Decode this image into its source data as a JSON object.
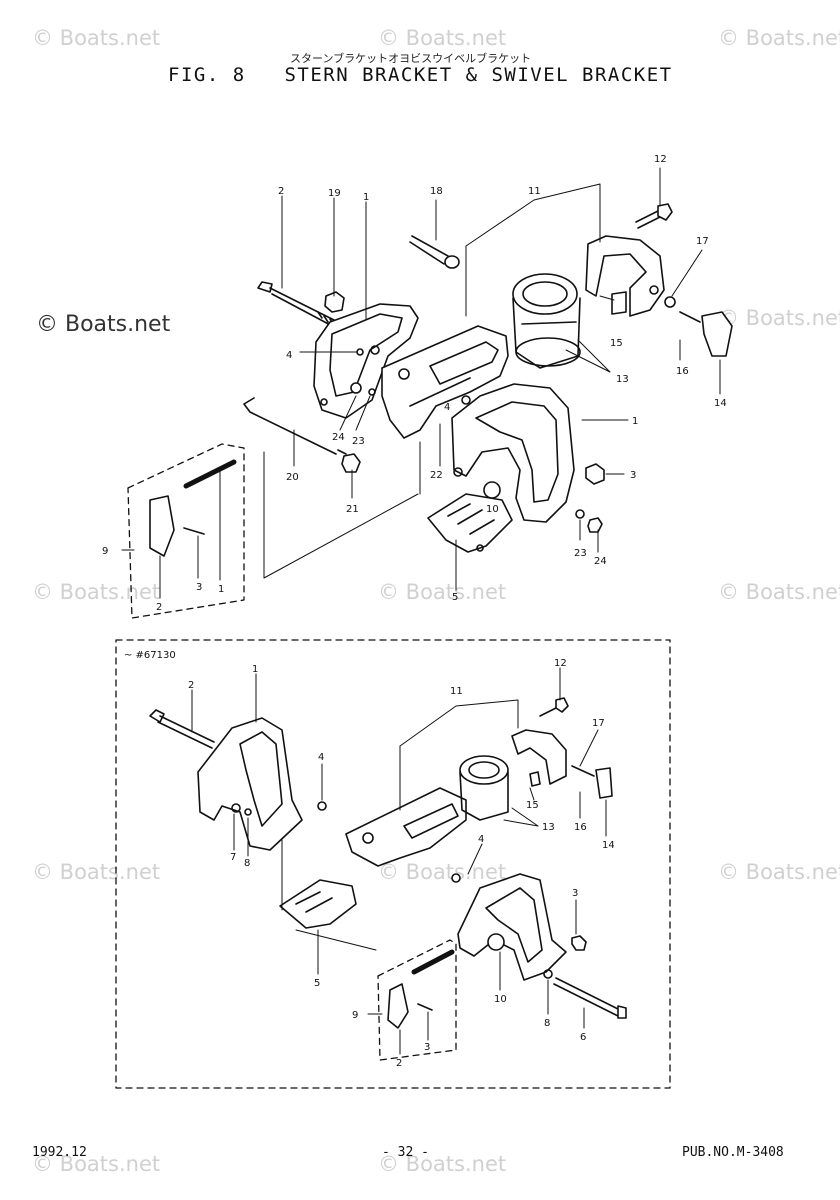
{
  "header": {
    "kana": "スターンブラケットオヨビスウイベルブラケット",
    "title": "FIG. 8   STERN BRACKET & SWIVEL BRACKET"
  },
  "watermark": {
    "text": "© Boats.net",
    "prominent_text": "© Boats.net"
  },
  "inset": {
    "label": "~ #67130"
  },
  "callouts_upper": [
    "2",
    "19",
    "1",
    "18",
    "11",
    "12",
    "17",
    "4",
    "15",
    "13",
    "16",
    "14",
    "24",
    "23",
    "4",
    "1",
    "3",
    "20",
    "22",
    "10",
    "21",
    "23",
    "24",
    "5",
    "9",
    "1",
    "3",
    "2"
  ],
  "callouts_lower": [
    "2",
    "1",
    "11",
    "12",
    "17",
    "4",
    "15",
    "16",
    "14",
    "13",
    "7",
    "8",
    "4",
    "3",
    "5",
    "10",
    "8",
    "6",
    "9",
    "2",
    "3"
  ],
  "footer": {
    "date": "1992.12",
    "page": "- 32 -",
    "pub": "PUB.NO.M-3408"
  }
}
